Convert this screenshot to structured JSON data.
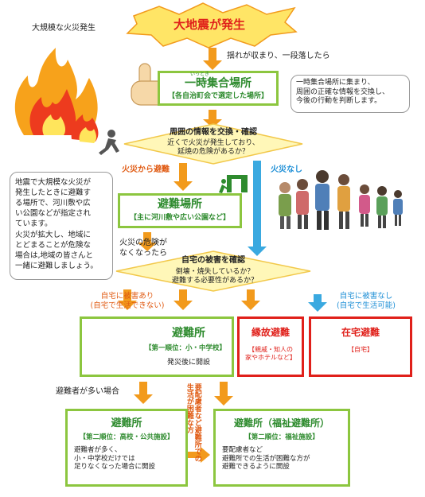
{
  "colors": {
    "green": "#8cc63f",
    "dark_green": "#2e8b2e",
    "red": "#e0201a",
    "orange": "#f29a1c",
    "blue": "#3aa9e0",
    "yellow": "#ffe566"
  },
  "icons": [
    "fire-icon",
    "raised-finger-icon",
    "running-person-icon",
    "evacuation-exit-icon",
    "school-building-icon",
    "family-evacuating-icon"
  ],
  "fire_caption": "大規模な火災発生",
  "banner": "大地震が発生",
  "step1_note": "揺れが収まり、一段落したら",
  "temp_place": {
    "ruby": "いっとき",
    "title": "一時集合場所",
    "sub": "【各自治町会で選定した場所】"
  },
  "temp_note": "一時集合場所に集まり、\n周囲の正確な情報を交換し、\n今後の行動を判断します。",
  "exchange": {
    "title": "周囲の情報を交換・確認",
    "q": "近くで火災が発生しており、\n延焼の危険があるか？"
  },
  "fire_yes": "火災から避難",
  "fire_no": "火災なし",
  "left_note": "地震で大規模な火災が\n発生したときに避難す\nる場所で、河川敷や広\nい公園などが指定され\nています。\n火災が拡大し、地域に\nとどまることが危険な\n場合は,地域の皆さんと\n一緒に避難しましょう。",
  "refuge": {
    "title": "避難場所",
    "sub": "【主に河川敷や広い公園など】"
  },
  "fire_gone": "火災の危険が\nなくなったら",
  "damage": {
    "title": "自宅の被害を確認",
    "q": "倒壊・焼失しているか？\n避難する必要性があるか？"
  },
  "damage_yes": "自宅に被害あり\n(自宅で生活できない)",
  "damage_no": "自宅に被害なし\n(自宅で生活可能)",
  "shelter1": {
    "title": "避難所",
    "sub": "【第一順位：小・中学校】",
    "note": "発災後に開設"
  },
  "kin": {
    "title": "縁故避難",
    "sub": "【親戚・知人の\n家やホテルなど】"
  },
  "home": {
    "title": "在宅避難",
    "sub": "【自宅】"
  },
  "many_evacuees": "避難者が多い場合",
  "vertical_note": "要配慮者など避難所での\n生活が困難な方",
  "shelter2": {
    "title": "避難所",
    "sub": "【第二順位：高校・公共施設】",
    "note": "避難者が多く、\n小・中学校だけでは\n足りなくなった場合に開設"
  },
  "welfare": {
    "title": "避難所（福祉避難所）",
    "sub": "【第二順位：福祉施設】",
    "note": "要配慮者など\n避難所での生活が困難な方が\n避難できるように開設"
  }
}
